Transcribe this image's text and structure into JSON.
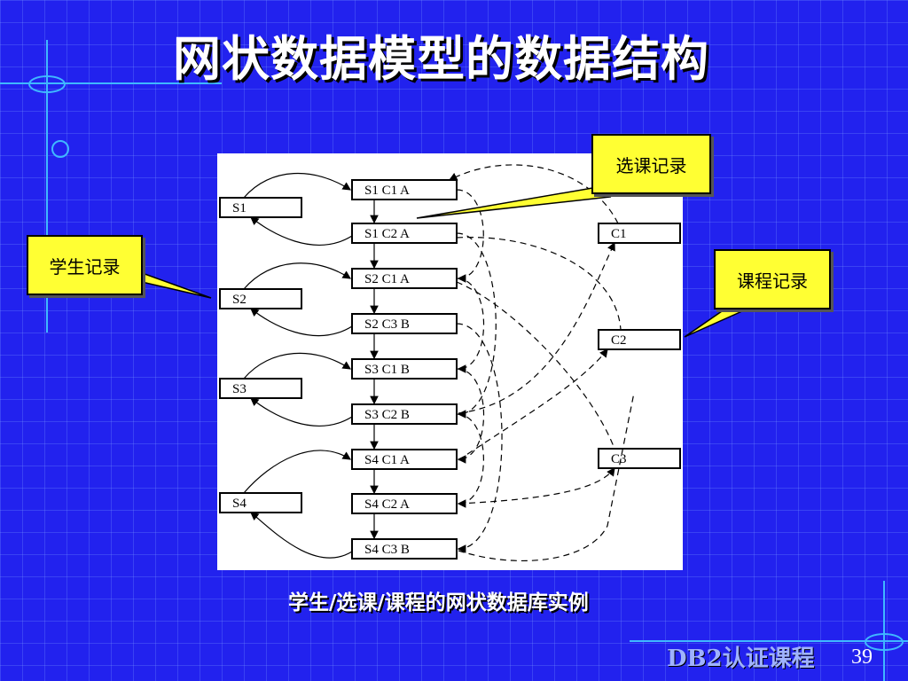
{
  "slide": {
    "title": "网状数据模型的数据结构",
    "caption": "学生/选课/课程的网状数据库实例",
    "footer": "DB2认证课程",
    "page_number": "39"
  },
  "callouts": {
    "course_selection": "选课记录",
    "student": "学生记录",
    "course": "课程记录"
  },
  "diagram": {
    "students": [
      "S1",
      "S2",
      "S3",
      "S4"
    ],
    "courses": [
      "C1",
      "C2",
      "C3"
    ],
    "enrollments": [
      "S1  C1  A",
      "S1  C2 A",
      "S2  C1  A",
      "S2  C3 B",
      "S3  C1  B",
      "S3  C2  B",
      "S4  C1  A",
      "S4  C2  A",
      "S4  C3  B"
    ]
  }
}
